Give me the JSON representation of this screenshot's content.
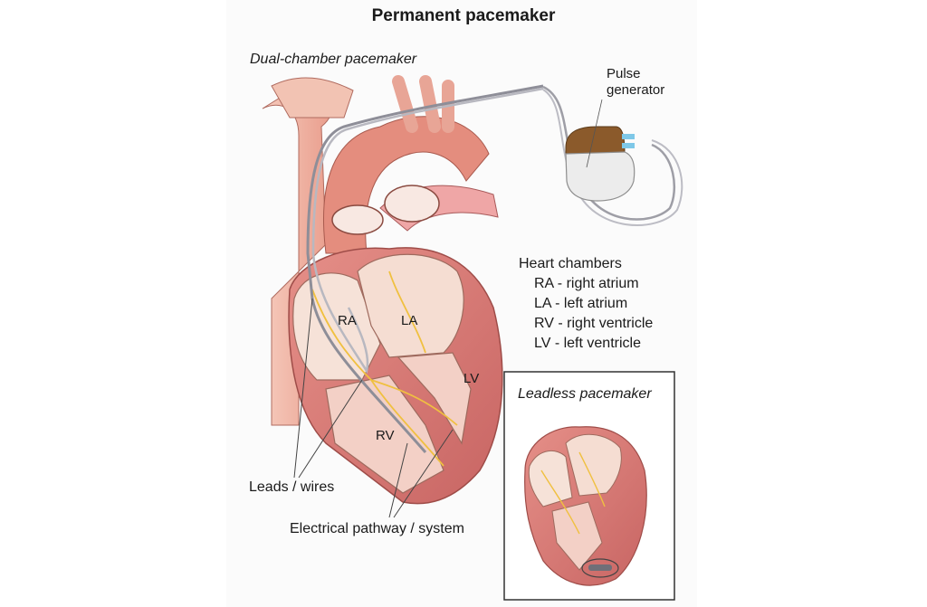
{
  "title": "Permanent pacemaker",
  "subtitle": "Dual-chamber pacemaker",
  "pulse_generator": {
    "line1": "Pulse",
    "line2": "generator"
  },
  "legend": {
    "heading": "Heart chambers",
    "items": [
      "RA - right atrium",
      "LA - left atrium",
      "RV - right ventricle",
      "LV - left ventricle"
    ]
  },
  "chamber_labels": {
    "ra": "RA",
    "la": "LA",
    "rv": "RV",
    "lv": "LV"
  },
  "callouts": {
    "leads": "Leads / wires",
    "electrical": "Electrical pathway / system"
  },
  "inset": {
    "title": "Leadless pacemaker"
  },
  "colors": {
    "muscle": "#d97d7a",
    "muscle_light": "#f3c9c0",
    "inner": "#f7e3d9",
    "vessel": "#f0b8a8",
    "generator_cap": "#8b5a2b",
    "generator_body": "#ececec",
    "conduction": "#f0c040"
  }
}
